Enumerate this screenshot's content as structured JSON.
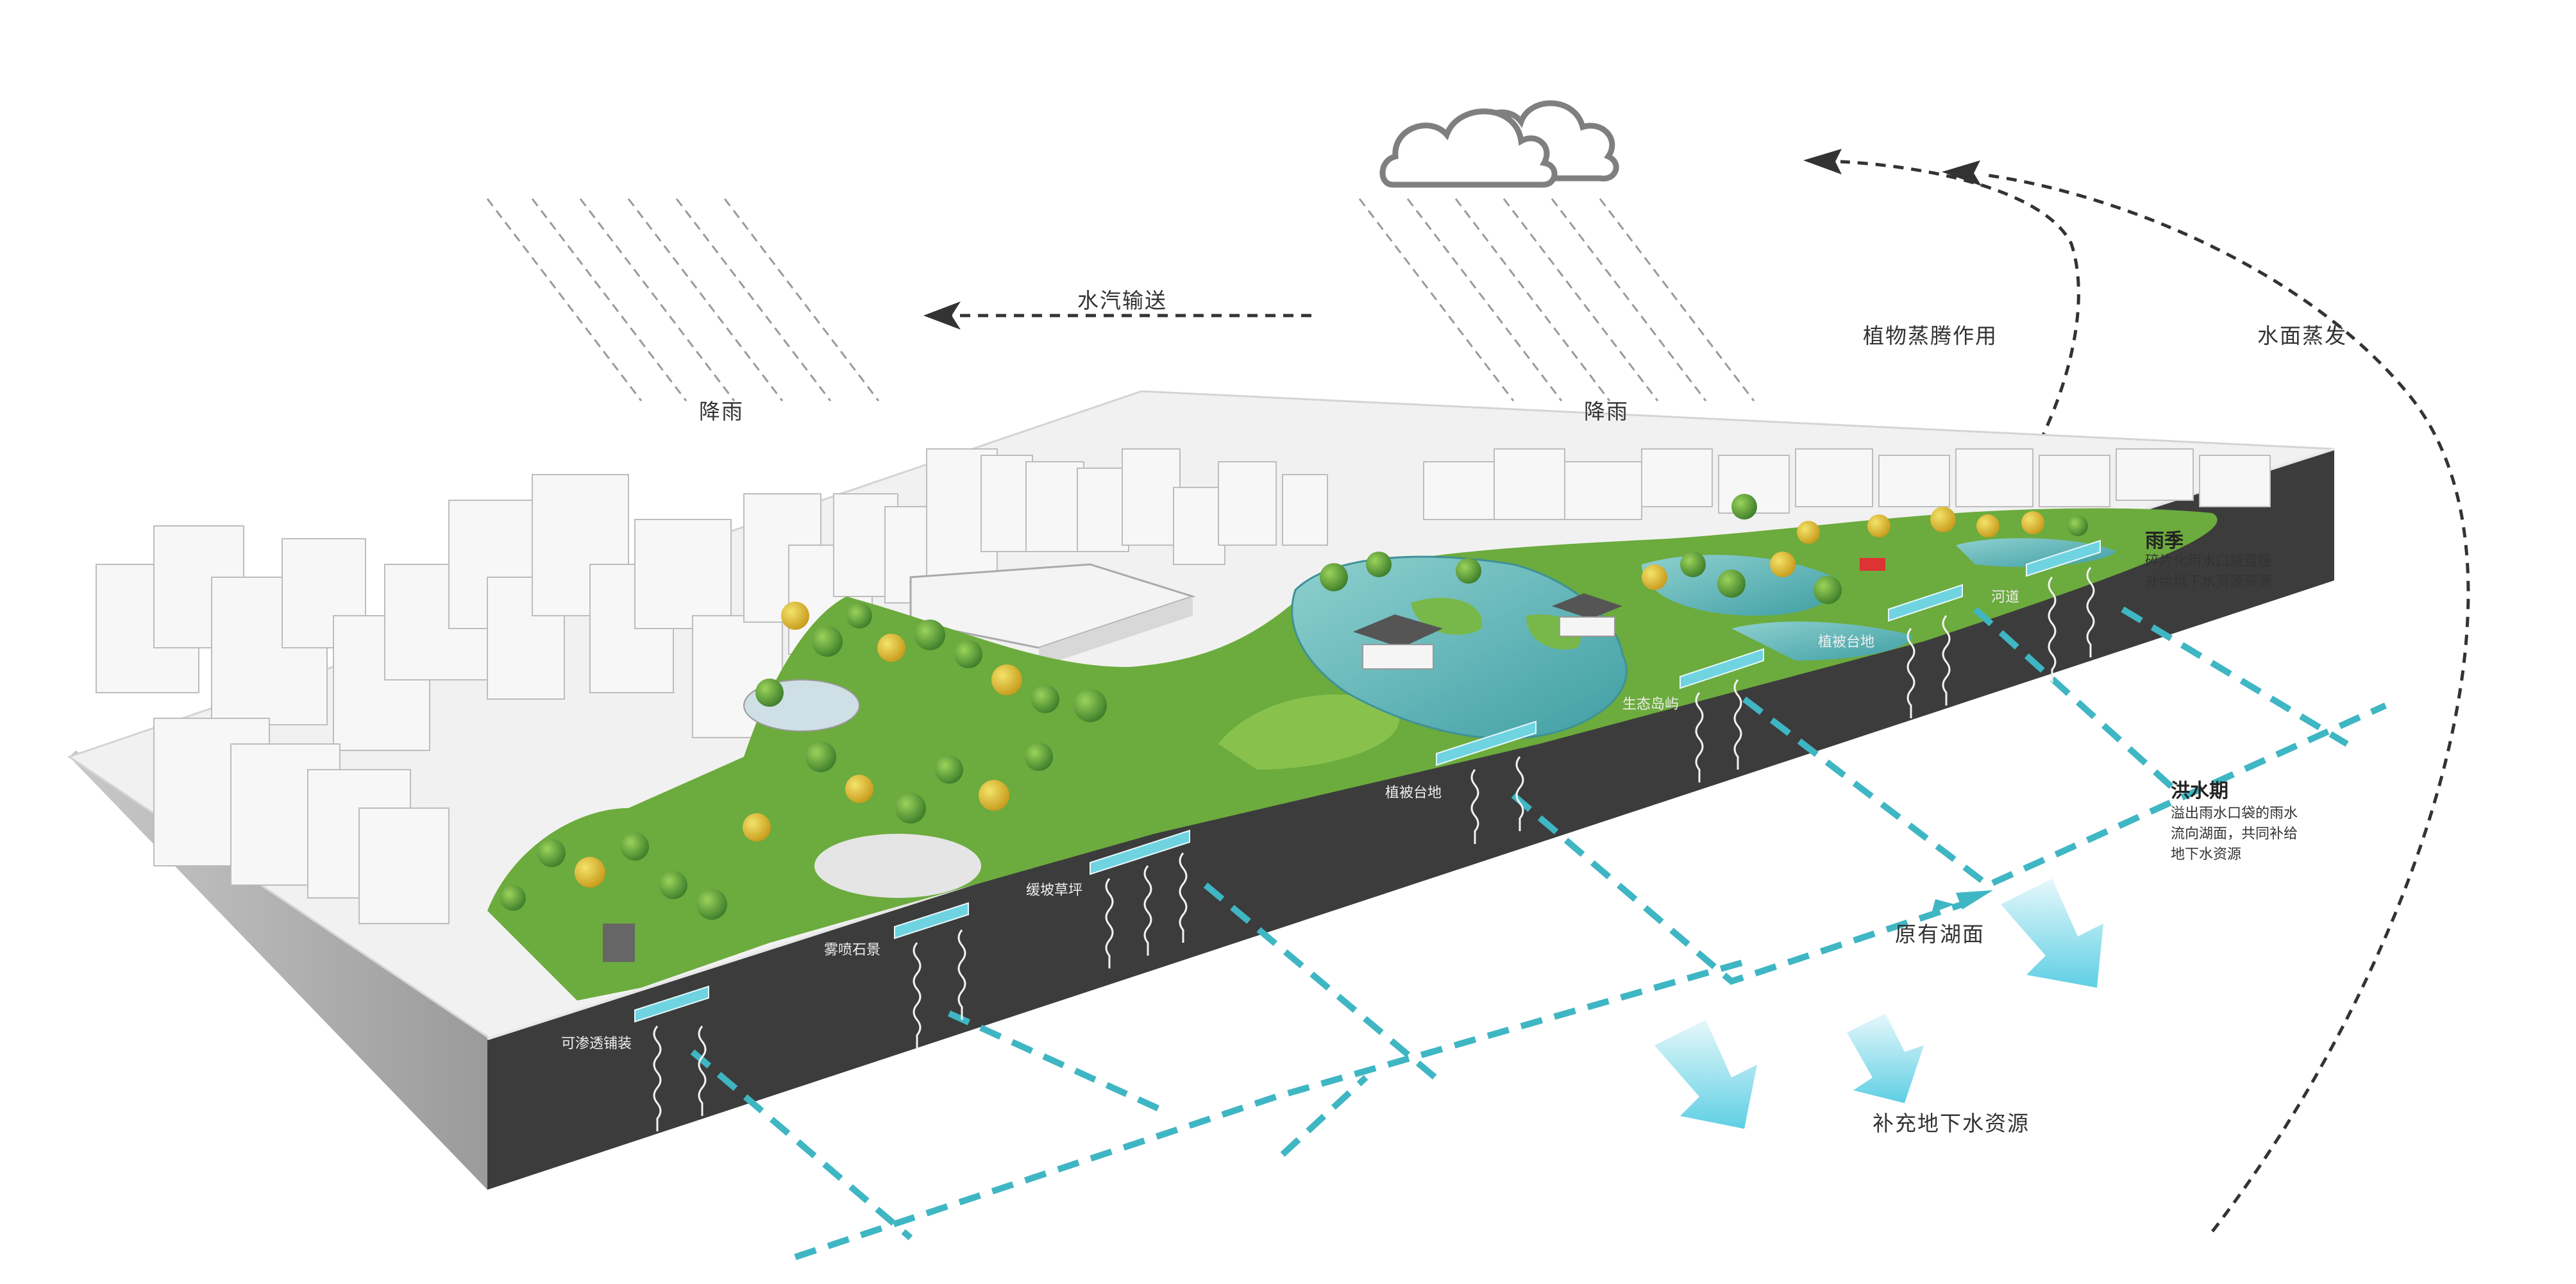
{
  "top_labels": {
    "vapor_transport": "水汽输送",
    "rain_left": "降雨",
    "rain_right": "降雨",
    "transpiration": "植物蒸腾作用",
    "water_evaporation": "水面蒸发"
  },
  "rainy_season": {
    "title": "雨季",
    "desc": [
      "碎片化雨水口袋直接",
      "补给地下水资源资源"
    ]
  },
  "flood_season": {
    "title": "洪水期",
    "desc": [
      "溢出雨水口袋的雨水",
      "流向湖面，共同补给",
      "地下水资源"
    ]
  },
  "zones": {
    "permeable": "可渗透铺装",
    "mist": "雾喷石景",
    "slope": "缓坡草坪",
    "veg1": "植被台地",
    "island": "生态岛屿",
    "veg2": "植被台地",
    "river": "河道"
  },
  "lake": "原有湖面",
  "recharge": "补充地下水资源",
  "colors": {
    "teal_flow": "#3fb6c3",
    "section_dark": "#3c3c3c",
    "grass": "#6cab3d",
    "lake_water": "#62b4b6",
    "arrow_cyan": "#a8e8f2"
  }
}
